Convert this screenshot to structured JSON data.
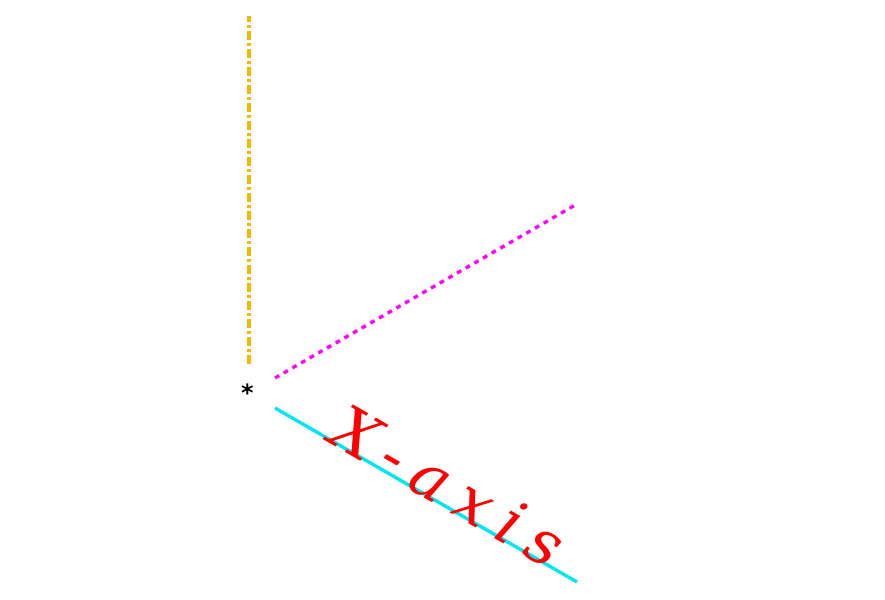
{
  "origin": {
    "marker": "*",
    "color": "#000000"
  },
  "axes": {
    "x": {
      "label": "X-axis",
      "label_color": "#ff0000",
      "line_color": "#00e5ee",
      "line_style": "solid"
    },
    "y": {
      "line_color": "#ff00ff",
      "line_style": "dotted"
    },
    "z": {
      "line_color": "#f5b800",
      "line_style": "dash-dot"
    }
  }
}
